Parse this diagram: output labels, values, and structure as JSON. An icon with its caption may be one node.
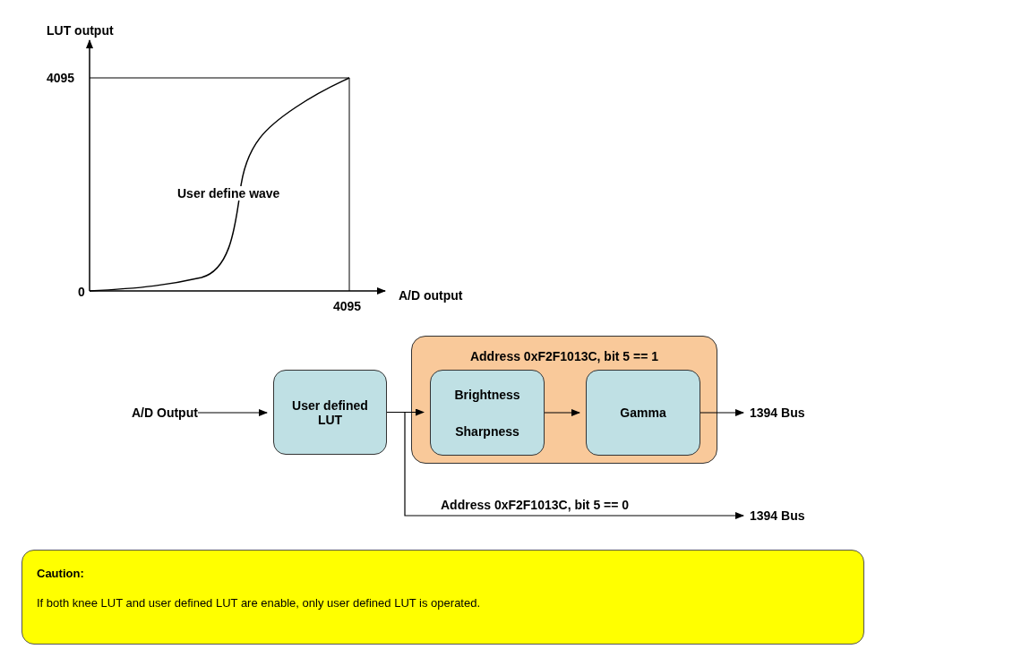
{
  "diagram": {
    "nodes": [
      {
        "text": [
          "A/D Output"
        ]
      },
      {
        "text": [
          "User defined LUT"
        ]
      },
      {
        "text": [
          "Address 0xF2F1013C, bit 5 == 1"
        ]
      },
      {
        "text": [
          "Brightness",
          "Sharpness"
        ],
        "in": 2
      },
      {
        "text": [
          "Gamma"
        ],
        "in": 2
      },
      {
        "text": [
          "1394 Bus"
        ]
      },
      {
        "text": [
          "1394 Bus"
        ]
      },
      {
        "text": [
          "Caution:",
          "If both knee LUT and user defined LUT are enable, only user defined LUT is operated."
        ]
      }
    ],
    "edges": [
      {
        "from": 0,
        "to": 1,
        "arrow": "to"
      },
      {
        "from": 1,
        "to": 3,
        "arrow": "to"
      },
      {
        "from": 3,
        "to": 4,
        "arrow": "to"
      },
      {
        "from": 4,
        "to": 5,
        "arrow": "to"
      },
      {
        "from": 1,
        "to": 6,
        "arrow": "to",
        "label": "Address 0xF2F1013C, bit 5 == 0"
      }
    ],
    "labels": [
      "LUT output",
      "4095",
      "User define wave",
      "0",
      "4095",
      "A/D output"
    ]
  }
}
